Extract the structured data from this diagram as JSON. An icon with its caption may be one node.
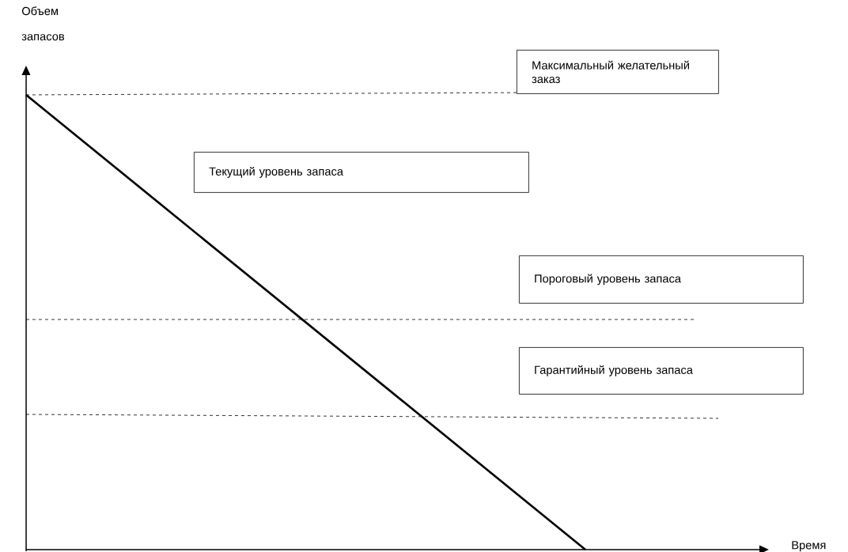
{
  "diagram": {
    "nodes": [
      {
        "text": [
          "Максимальный желательный заказ"
        ]
      },
      {
        "text": [
          "Текущий уровень запаса"
        ]
      },
      {
        "text": [
          "Пороговый уровень запаса"
        ]
      },
      {
        "text": [
          "Гарантийный уровень запаса"
        ]
      }
    ],
    "labels": [
      "Объем запасов",
      "Время"
    ]
  }
}
